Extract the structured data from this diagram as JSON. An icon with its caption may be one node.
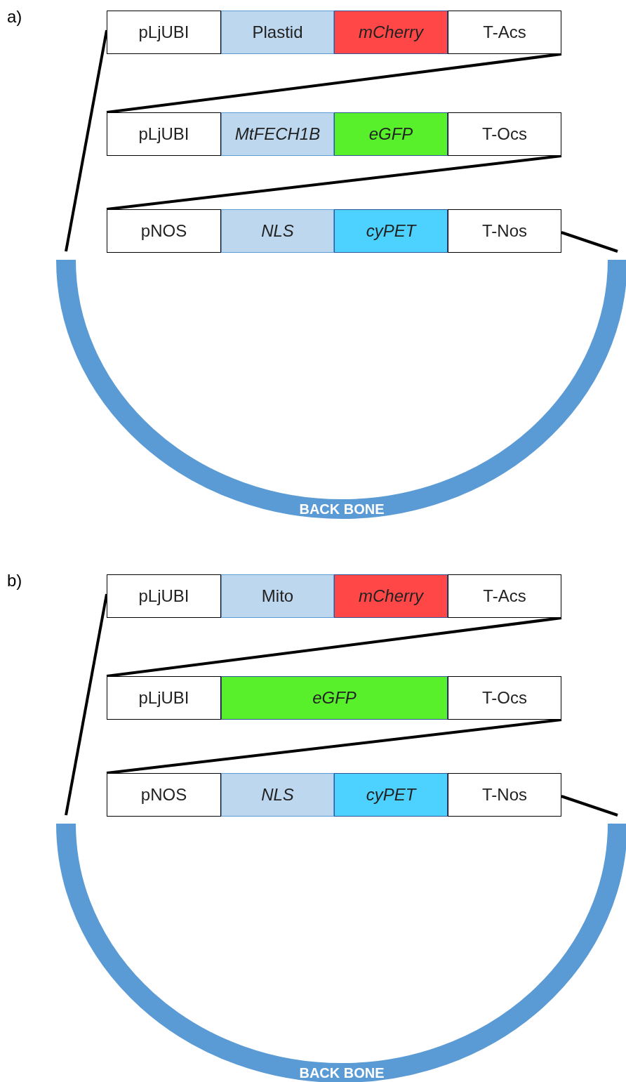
{
  "diagram": {
    "nodes": [
      {
        "text": [
          "pLjUBI"
        ]
      },
      {
        "text": [
          "Plastid"
        ]
      },
      {
        "text": [
          "mCherry"
        ]
      },
      {
        "text": [
          "T-Acs"
        ]
      },
      {
        "text": [
          "pLjUBI"
        ]
      },
      {
        "text": [
          "MtFECH1B"
        ]
      },
      {
        "text": [
          "eGFP"
        ]
      },
      {
        "text": [
          "T-Ocs"
        ]
      },
      {
        "text": [
          "pNOS"
        ]
      },
      {
        "text": [
          "NLS"
        ]
      },
      {
        "text": [
          "cyPET"
        ]
      },
      {
        "text": [
          "T-Nos"
        ]
      },
      {
        "text": [
          "BACK BONE"
        ]
      },
      {
        "text": [
          "pLjUBI"
        ]
      },
      {
        "text": [
          "Mito"
        ]
      },
      {
        "text": [
          "mCherry"
        ]
      },
      {
        "text": [
          "T-Acs"
        ]
      },
      {
        "text": [
          "pLjUBI"
        ]
      },
      {
        "text": [
          "eGFP"
        ]
      },
      {
        "text": [
          "T-Ocs"
        ]
      },
      {
        "text": [
          "pNOS"
        ]
      },
      {
        "text": [
          "NLS"
        ]
      },
      {
        "text": [
          "cyPET"
        ]
      },
      {
        "text": [
          "T-Nos"
        ]
      },
      {
        "text": [
          "BACK BONE"
        ]
      }
    ],
    "edges": [
      {
        "from": 0,
        "to": 12,
        "arrow": "none"
      },
      {
        "from": 3,
        "to": 4,
        "arrow": "none"
      },
      {
        "from": 7,
        "to": 8,
        "arrow": "none"
      },
      {
        "from": 11,
        "to": 12,
        "arrow": "none"
      },
      {
        "from": 13,
        "to": 24,
        "arrow": "none"
      },
      {
        "from": 16,
        "to": 17,
        "arrow": "none"
      },
      {
        "from": 19,
        "to": 20,
        "arrow": "none"
      },
      {
        "from": 23,
        "to": 24,
        "arrow": "none"
      }
    ],
    "labels": [
      "a)",
      "b)"
    ]
  }
}
